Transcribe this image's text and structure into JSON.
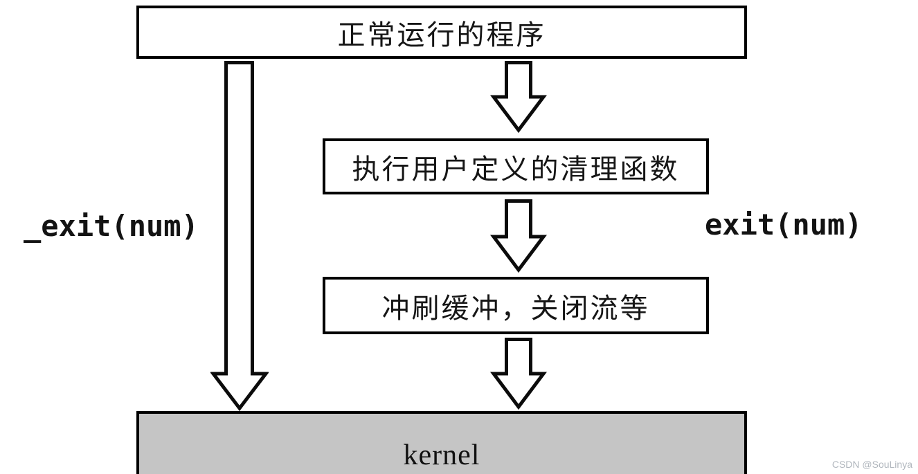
{
  "diagram": {
    "type": "flowchart",
    "nodes": [
      {
        "id": "running-program",
        "label": "正常运行的程序",
        "fill": "#ffffff"
      },
      {
        "id": "cleanup-handlers",
        "label": "执行用户定义的清理函数",
        "fill": "#ffffff"
      },
      {
        "id": "flush-buffers",
        "label": "冲刷缓冲，关闭流等",
        "fill": "#ffffff"
      },
      {
        "id": "kernel",
        "label": "kernel",
        "fill": "#c5c5c5"
      }
    ],
    "edges": [
      {
        "from": "running-program",
        "to": "kernel",
        "label": "_exit(num)",
        "style": "hollow-block-arrow"
      },
      {
        "from": "running-program",
        "to": "cleanup-handlers",
        "label": "exit(num)",
        "style": "hollow-block-arrow"
      },
      {
        "from": "cleanup-handlers",
        "to": "flush-buffers",
        "label": "",
        "style": "hollow-block-arrow"
      },
      {
        "from": "flush-buffers",
        "to": "kernel",
        "label": "",
        "style": "hollow-block-arrow"
      }
    ],
    "edge_labels": {
      "left": "_exit(num)",
      "right": "exit(num)"
    },
    "colors": {
      "border": "#000000",
      "kernel_fill": "#c5c5c5",
      "background": "#ffffff",
      "watermark_text": "#b0b6bd"
    }
  },
  "watermark": {
    "text": "CSDN @SouLinya"
  }
}
